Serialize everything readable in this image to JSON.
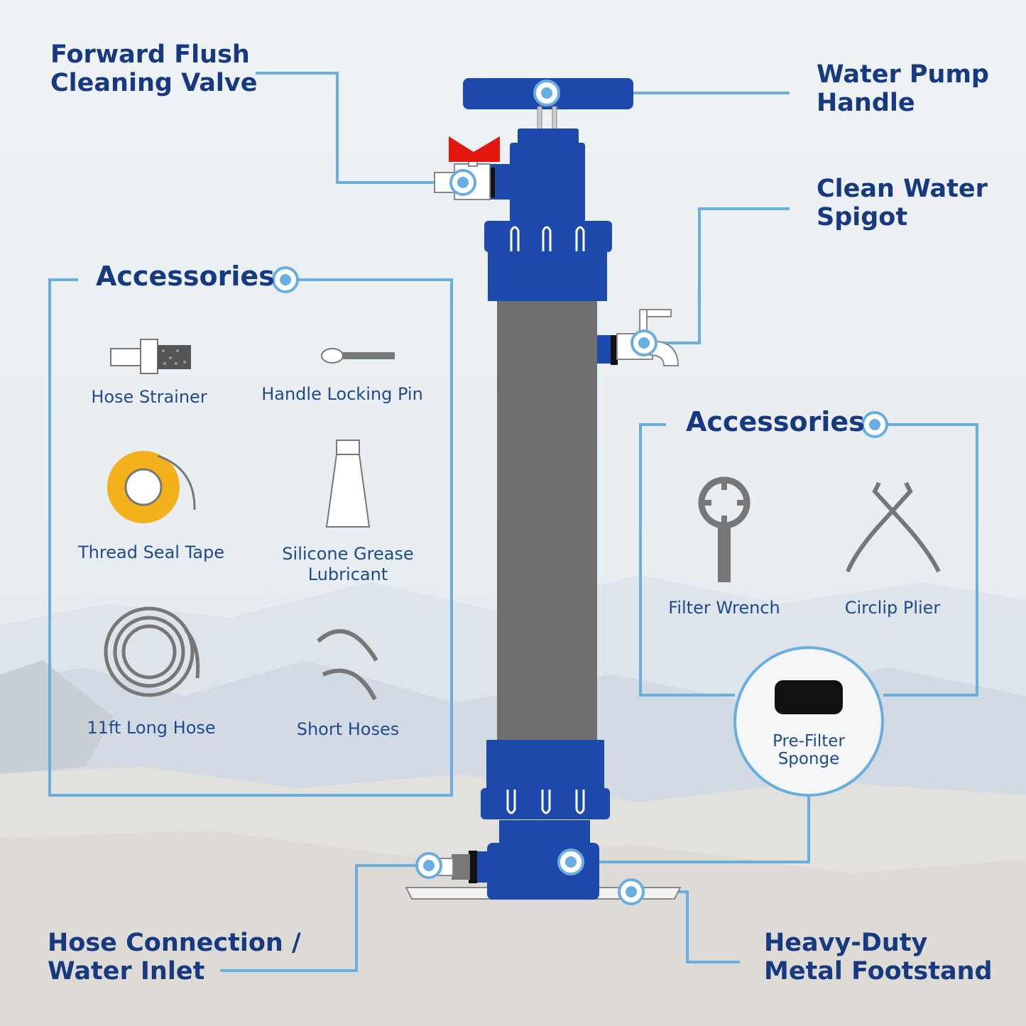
{
  "callouts": {
    "forward_flush": [
      "Forward Flush",
      "Cleaning Valve"
    ],
    "pump_handle": [
      "Water Pump",
      "Handle"
    ],
    "spigot": [
      "Clean Water",
      "Spigot"
    ],
    "hose_inlet": [
      "Hose Connection /",
      "Water Inlet"
    ],
    "footstand": [
      "Heavy-Duty",
      "Metal Footstand"
    ]
  },
  "accessories_left": {
    "title": "Accessories",
    "items": [
      {
        "label": "Hose Strainer",
        "icon": "hose-strainer-icon"
      },
      {
        "label": "Handle Locking Pin",
        "icon": "locking-pin-icon"
      },
      {
        "label": "Thread Seal Tape",
        "icon": "seal-tape-icon"
      },
      {
        "label": "Silicone Grease",
        "label2": "Lubricant",
        "icon": "grease-tube-icon"
      },
      {
        "label": "11ft Long Hose",
        "icon": "long-hose-icon"
      },
      {
        "label": "Short Hoses",
        "icon": "short-hoses-icon"
      }
    ]
  },
  "accessories_right": {
    "title": "Accessories",
    "items": [
      {
        "label": "Filter Wrench",
        "icon": "filter-wrench-icon"
      },
      {
        "label": "Circlip Plier",
        "icon": "circlip-plier-icon"
      }
    ]
  },
  "sponge": {
    "line1": "Pre-Filter",
    "line2": "Sponge"
  },
  "colors": {
    "accent_blue": "#1d49ad",
    "line_blue": "#6aaee0",
    "text_navy": "#17397f",
    "filter_gray": "#6e6e6e",
    "tape_yellow": "#f3b21b",
    "valve_red": "#e3170f"
  }
}
